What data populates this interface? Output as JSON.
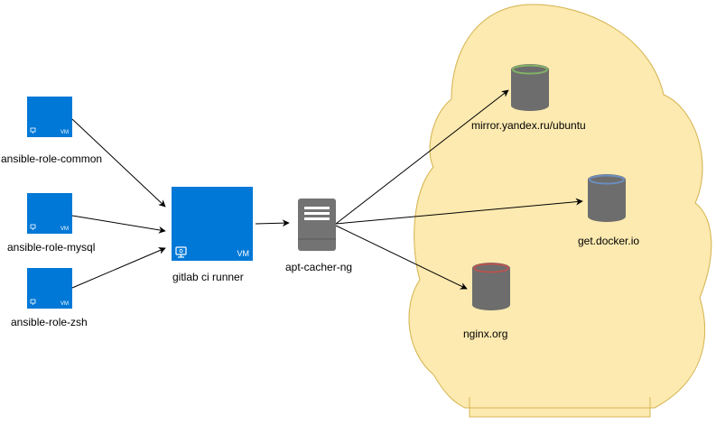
{
  "colors": {
    "cloud_fill": "#fdeab0",
    "cloud_stroke": "#d6b655",
    "vm_blue": "#0078d7",
    "server_gray": "#737373",
    "db_gray": "#6d6d6d",
    "arrow": "#000000",
    "db_green_ring": "#82b366",
    "db_blue_ring": "#6c8ebf",
    "db_red_ring": "#b85450"
  },
  "nodes": {
    "vm_common": {
      "label": "ansible-role-common",
      "badge": "VM",
      "icon": "monitor-icon"
    },
    "vm_mysql": {
      "label": "ansible-role-mysql",
      "badge": "VM",
      "icon": "monitor-icon"
    },
    "vm_zsh": {
      "label": "ansible-role-zsh",
      "badge": "VM",
      "icon": "monitor-icon"
    },
    "runner": {
      "label": "gitlab ci runner",
      "badge": "VM",
      "icon": "monitor-icon"
    },
    "cacher": {
      "label": "apt-cacher-ng",
      "icon": "server-icon"
    },
    "db_yandex": {
      "label": "mirror.yandex.ru/ubuntu",
      "icon": "database-icon"
    },
    "db_docker": {
      "label": "get.docker.io",
      "icon": "database-icon"
    },
    "db_nginx": {
      "label": "nginx.org",
      "icon": "database-icon"
    }
  }
}
